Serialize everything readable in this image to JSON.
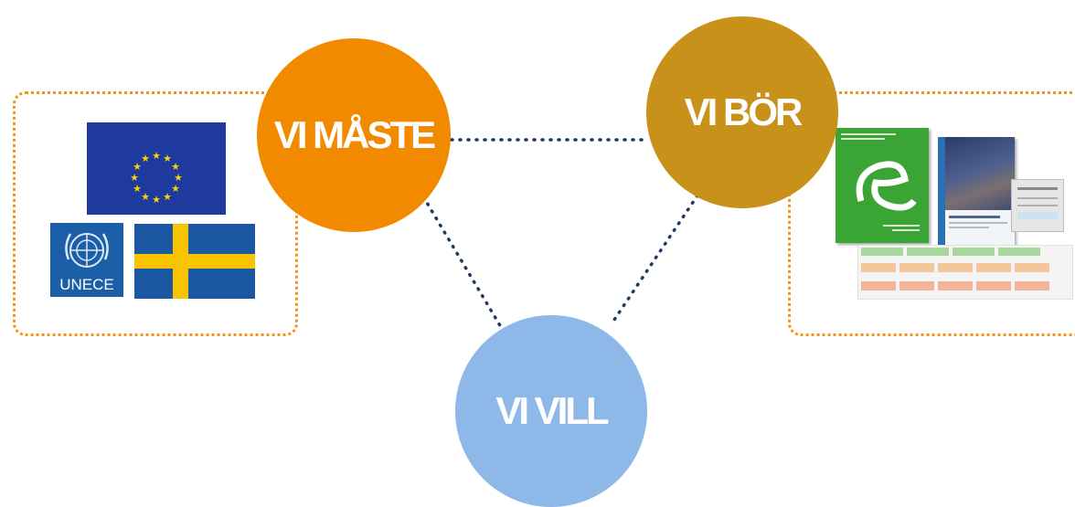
{
  "circles": {
    "must": {
      "label": "VI MÅSTE",
      "color": "#f28a00"
    },
    "should": {
      "label": "VI BÖR",
      "color": "#c8921a"
    },
    "want": {
      "label": "VI VILL",
      "color": "#8db8e8"
    }
  },
  "unece_logo_text": "UNECE",
  "frame_color": "#f0941a",
  "connector_color": "#1f3a5f"
}
